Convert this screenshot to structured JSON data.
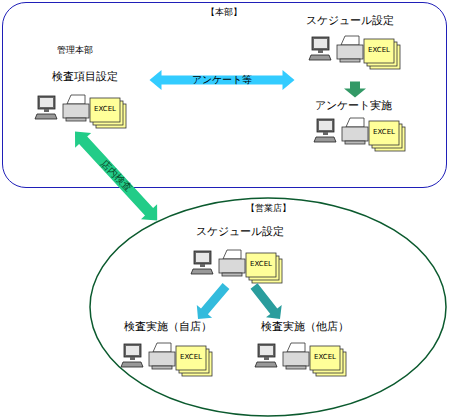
{
  "diagram": {
    "nodes": [
      {
        "text": [
          "【本部】"
        ]
      },
      {
        "text": [
          "管理本部",
          "検査項目設定"
        ],
        "in": 0
      },
      {
        "text": [
          "スケジュール設定"
        ],
        "in": 0
      },
      {
        "text": [
          "アンケート実施"
        ],
        "in": 0
      },
      {
        "text": [
          "【営業店】"
        ]
      },
      {
        "text": [
          "スケジュール設定"
        ],
        "in": 4
      },
      {
        "text": [
          "検査実施（自店）"
        ],
        "in": 4
      },
      {
        "text": [
          "検査実施（他店）"
        ],
        "in": 4
      }
    ],
    "edges": [
      {
        "from": 1,
        "to": 2,
        "arrow": "both",
        "label": "アンケート等"
      },
      {
        "from": 2,
        "to": 3,
        "arrow": "to"
      },
      {
        "from": 1,
        "to": 4,
        "arrow": "both",
        "label": "店内検査"
      },
      {
        "from": 5,
        "to": 6,
        "arrow": "to"
      },
      {
        "from": 5,
        "to": 7,
        "arrow": "to"
      }
    ],
    "labels": [
      "EXCEL",
      "EXCEL",
      "EXCEL",
      "EXCEL",
      "EXCEL",
      "EXCEL"
    ]
  }
}
